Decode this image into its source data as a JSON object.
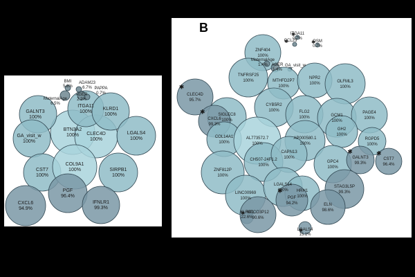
{
  "panels": [
    {
      "id": "A",
      "label": "",
      "bubbles": [
        {
          "name": "BTN3A2",
          "pct": "100%",
          "color": "light"
        },
        {
          "name": "CLEC4D",
          "pct": "100%",
          "color": "light"
        },
        {
          "name": "ITGA11",
          "pct": "100%",
          "color": "mid"
        },
        {
          "name": "GALNT3",
          "pct": "100%",
          "color": "mid"
        },
        {
          "name": "KLRD1",
          "pct": "100%",
          "color": "mid"
        },
        {
          "name": "GA_visit_w",
          "pct": "100%",
          "color": "mid"
        },
        {
          "name": "LGALS4",
          "pct": "100%",
          "color": "mid"
        },
        {
          "name": "CST7",
          "pct": "100%",
          "color": "mid"
        },
        {
          "name": "COL9A1",
          "pct": "100%",
          "color": "light"
        },
        {
          "name": "SIRPB1",
          "pct": "100%",
          "color": "mid"
        },
        {
          "name": "CXCL6",
          "pct": "94.9%",
          "color": "dark"
        },
        {
          "name": "PGF",
          "pct": "96.4%",
          "color": "dark"
        },
        {
          "name": "IFNLR1",
          "pct": "99.3%",
          "color": "dark"
        },
        {
          "name": "MaternalAge",
          "pct": "6.5%",
          "color": "small"
        },
        {
          "name": "BMI",
          "pct": "5.8%",
          "color": "small"
        },
        {
          "name": "ADAM23",
          "pct": "6.7%",
          "color": "small"
        },
        {
          "name": "AGER",
          "pct": "2.2%",
          "color": "small"
        },
        {
          "name": "PAPPA",
          "pct": "0.7%",
          "color": "small"
        }
      ]
    },
    {
      "id": "B",
      "label": "B",
      "bubbles": [
        {
          "name": "ZNF404",
          "pct": "100%",
          "color": "mid"
        },
        {
          "name": "ITGA11",
          "pct": "0.7%",
          "color": "small",
          "star": true
        },
        {
          "name": "CCL23",
          "pct": "",
          "color": "small",
          "star": true
        },
        {
          "name": "MaternalAge",
          "pct": "1.4%",
          "color": "small"
        },
        {
          "name": "AGER",
          "pct": "1.4%",
          "color": "small"
        },
        {
          "name": "GA_visit_w",
          "pct": "",
          "color": "small"
        },
        {
          "name": "OSM",
          "pct": "0.7%",
          "color": "small",
          "star": true
        },
        {
          "name": "TNFRSF25",
          "pct": "100%",
          "color": "mid"
        },
        {
          "name": "MTHFD2P7",
          "pct": "100%",
          "color": "mid"
        },
        {
          "name": "NPR2",
          "pct": "100%",
          "color": "mid"
        },
        {
          "name": "OLFML3",
          "pct": "100%",
          "color": "mid"
        },
        {
          "name": "CLEC4D",
          "pct": "95.7%",
          "color": "dark",
          "star": true
        },
        {
          "name": "SIGLEC8",
          "pct": "100%",
          "color": "mid"
        },
        {
          "name": "CYB5R2",
          "pct": "100%",
          "color": "mid"
        },
        {
          "name": "FLG2",
          "pct": "100%",
          "color": "mid"
        },
        {
          "name": "GCM1",
          "pct": "100%",
          "color": "mid"
        },
        {
          "name": "PAGE4",
          "pct": "100%",
          "color": "mid"
        },
        {
          "name": "CXCL6",
          "pct": "99.3%",
          "color": "dark",
          "star": true
        },
        {
          "name": "COL14A1",
          "pct": "100%",
          "color": "mid"
        },
        {
          "name": "AL773572.7",
          "pct": "100%",
          "color": "light"
        },
        {
          "name": "AP000580.1",
          "pct": "100%",
          "color": "mid"
        },
        {
          "name": "GH2",
          "pct": "100%",
          "color": "mid"
        },
        {
          "name": "RGPD5",
          "pct": "100%",
          "color": "mid"
        },
        {
          "name": "ZNF812P",
          "pct": "100%",
          "color": "mid"
        },
        {
          "name": "CH507-24F1.2",
          "pct": "100%",
          "color": "mid"
        },
        {
          "name": "CAPN13",
          "pct": "100%",
          "color": "mid"
        },
        {
          "name": "GPC4",
          "pct": "100%",
          "color": "mid"
        },
        {
          "name": "GALNT3",
          "pct": "99.3%",
          "color": "dark",
          "star": true
        },
        {
          "name": "CST7",
          "pct": "96.4%",
          "color": "dark",
          "star": true
        },
        {
          "name": "LINC00969",
          "pct": "100%",
          "color": "mid"
        },
        {
          "name": "LGALS14",
          "pct": "100%",
          "color": "mid"
        },
        {
          "name": "HRH1",
          "pct": "100%",
          "color": "mid"
        },
        {
          "name": "STAG3L5P",
          "pct": "99.3%",
          "color": "dark"
        },
        {
          "name": "KLRD1",
          "pct": "22.6%",
          "color": "dark",
          "star": true
        },
        {
          "name": "PGF",
          "pct": "94.2%",
          "color": "dark",
          "star": true
        },
        {
          "name": "ELN",
          "pct": "98.6%",
          "color": "dark"
        },
        {
          "name": "MTCO3P12",
          "pct": "90.6%",
          "color": "dark"
        },
        {
          "name": "LGALS4",
          "pct": "15.1%",
          "color": "dark",
          "star": true
        }
      ]
    }
  ],
  "colors": {
    "light": "#a9d4dc",
    "mid": "#8fbcc7",
    "dark": "#7a98a6",
    "small": "#6f8791",
    "stroke": "#2f4550",
    "star": "#d6f0ff"
  }
}
